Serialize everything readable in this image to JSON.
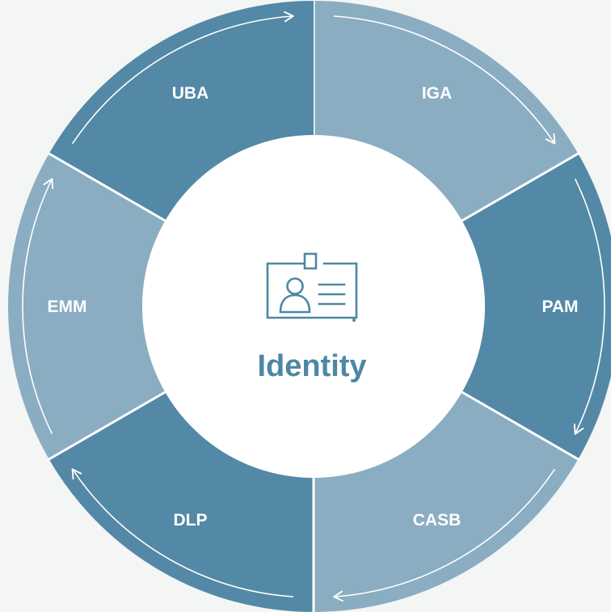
{
  "colors": {
    "background": "#f4f5f5",
    "dark_segment": "#5389a6",
    "light_segment": "#8aadc2",
    "center_fill": "#ffffff",
    "center_accent": "#4d87a3",
    "divider": "#ffffff",
    "arrow": "#ffffff"
  },
  "center": {
    "label": "Identity",
    "icon": "id-badge-icon"
  },
  "segments": [
    {
      "label": "IGA",
      "tone": "light"
    },
    {
      "label": "PAM",
      "tone": "dark"
    },
    {
      "label": "CASB",
      "tone": "light"
    },
    {
      "label": "DLP",
      "tone": "dark"
    },
    {
      "label": "EMM",
      "tone": "light"
    },
    {
      "label": "UBA",
      "tone": "dark"
    }
  ],
  "flow_direction": "clockwise"
}
